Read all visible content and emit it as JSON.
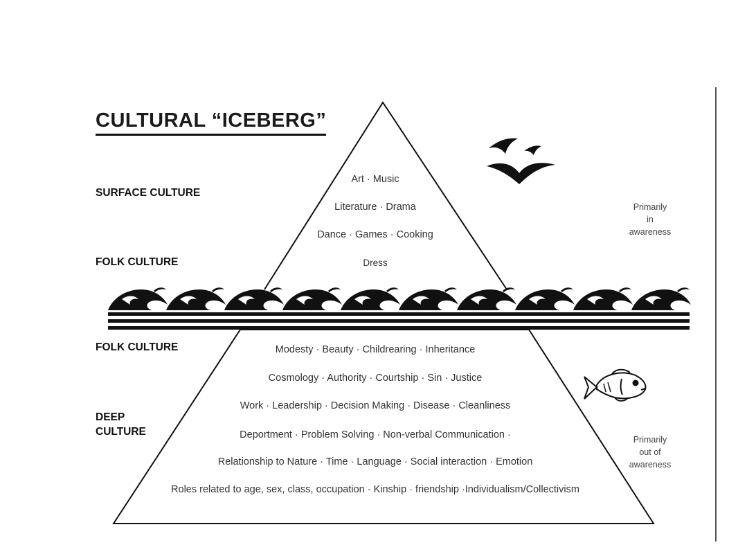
{
  "title": "CULTURAL “ICEBERG”",
  "labels": {
    "surface_culture": "SURFACE CULTURE",
    "folk_culture_upper": "FOLK CULTURE",
    "folk_culture_lower": "FOLK CULTURE",
    "deep_culture_line1": "DEEP",
    "deep_culture_line2": "CULTURE"
  },
  "upper_items": [
    "Art · Music",
    "Literature · Drama",
    "Dance · Games · Cooking",
    "Dress"
  ],
  "lower_items": [
    "Modesty · Beauty · Childrearing · Inheritance",
    "Cosmology · Authority · Courtship · Sin · Justice",
    "Work · Leadership · Decision Making · Disease · Cleanliness",
    "Deportment · Problem Solving · Non-verbal Communication ·",
    "Relationship to Nature · Time · Language · Social interaction · Emotion",
    "Roles related to age, sex, class, occupation · Kinship · friendship ·Individualism/Collectivism"
  ],
  "awareness": {
    "upper": [
      "Primarily",
      "in",
      "awareness"
    ],
    "lower": [
      "Primarily",
      "out of",
      "awareness"
    ]
  },
  "icons": {
    "birds": "birds-icon",
    "waves": "waves-icon",
    "fish": "fish-icon"
  },
  "colors": {
    "ink": "#111111",
    "text": "#333333",
    "background": "#ffffff"
  }
}
